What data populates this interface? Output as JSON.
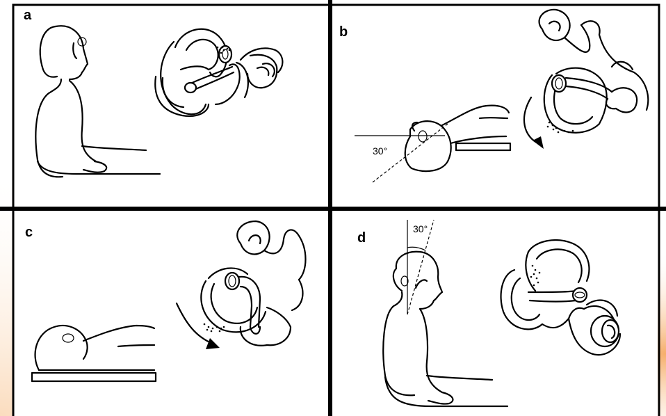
{
  "panels": {
    "a": {
      "label": "a"
    },
    "b": {
      "label": "b",
      "angle": "30°"
    },
    "c": {
      "label": "c"
    },
    "d": {
      "label": "d",
      "angle": "30°"
    }
  },
  "colors": {
    "frame": "#000000",
    "background": "#ffffff",
    "corner_glow": "#f5a55a"
  }
}
